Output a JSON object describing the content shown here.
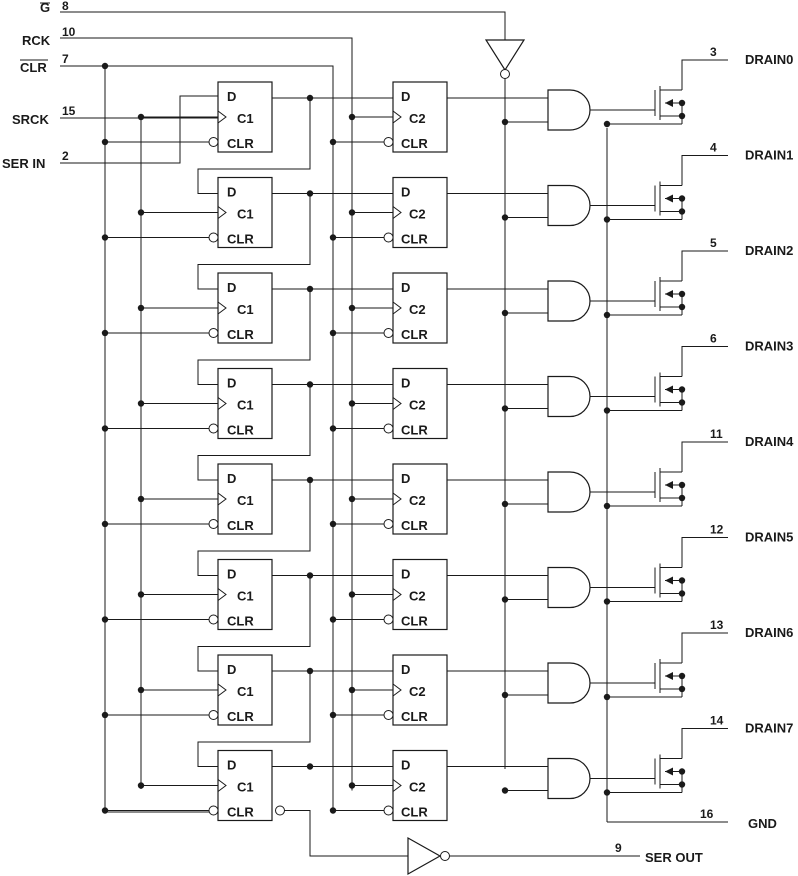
{
  "inputs": [
    {
      "name": "G",
      "pin": "8",
      "overbar": true
    },
    {
      "name": "RCK",
      "pin": "10",
      "overbar": false
    },
    {
      "name": "CLR",
      "pin": "7",
      "overbar": true
    },
    {
      "name": "SRCK",
      "pin": "15",
      "overbar": false
    },
    {
      "name": "SER IN",
      "pin": "2",
      "overbar": false
    }
  ],
  "shift_register_labels": {
    "d": "D",
    "clock": "C1",
    "clear": "CLR"
  },
  "storage_register_labels": {
    "d": "D",
    "clock": "C2",
    "clear": "CLR"
  },
  "drains": [
    {
      "name": "DRAIN0",
      "pin": "3"
    },
    {
      "name": "DRAIN1",
      "pin": "4"
    },
    {
      "name": "DRAIN2",
      "pin": "5"
    },
    {
      "name": "DRAIN3",
      "pin": "6"
    },
    {
      "name": "DRAIN4",
      "pin": "11"
    },
    {
      "name": "DRAIN5",
      "pin": "12"
    },
    {
      "name": "DRAIN6",
      "pin": "13"
    },
    {
      "name": "DRAIN7",
      "pin": "14"
    }
  ],
  "gnd": {
    "name": "GND",
    "pin": "16"
  },
  "ser_out": {
    "name": "SER OUT",
    "pin": "9"
  },
  "colors": {
    "line": "#1a1a1a",
    "background": "#ffffff"
  }
}
